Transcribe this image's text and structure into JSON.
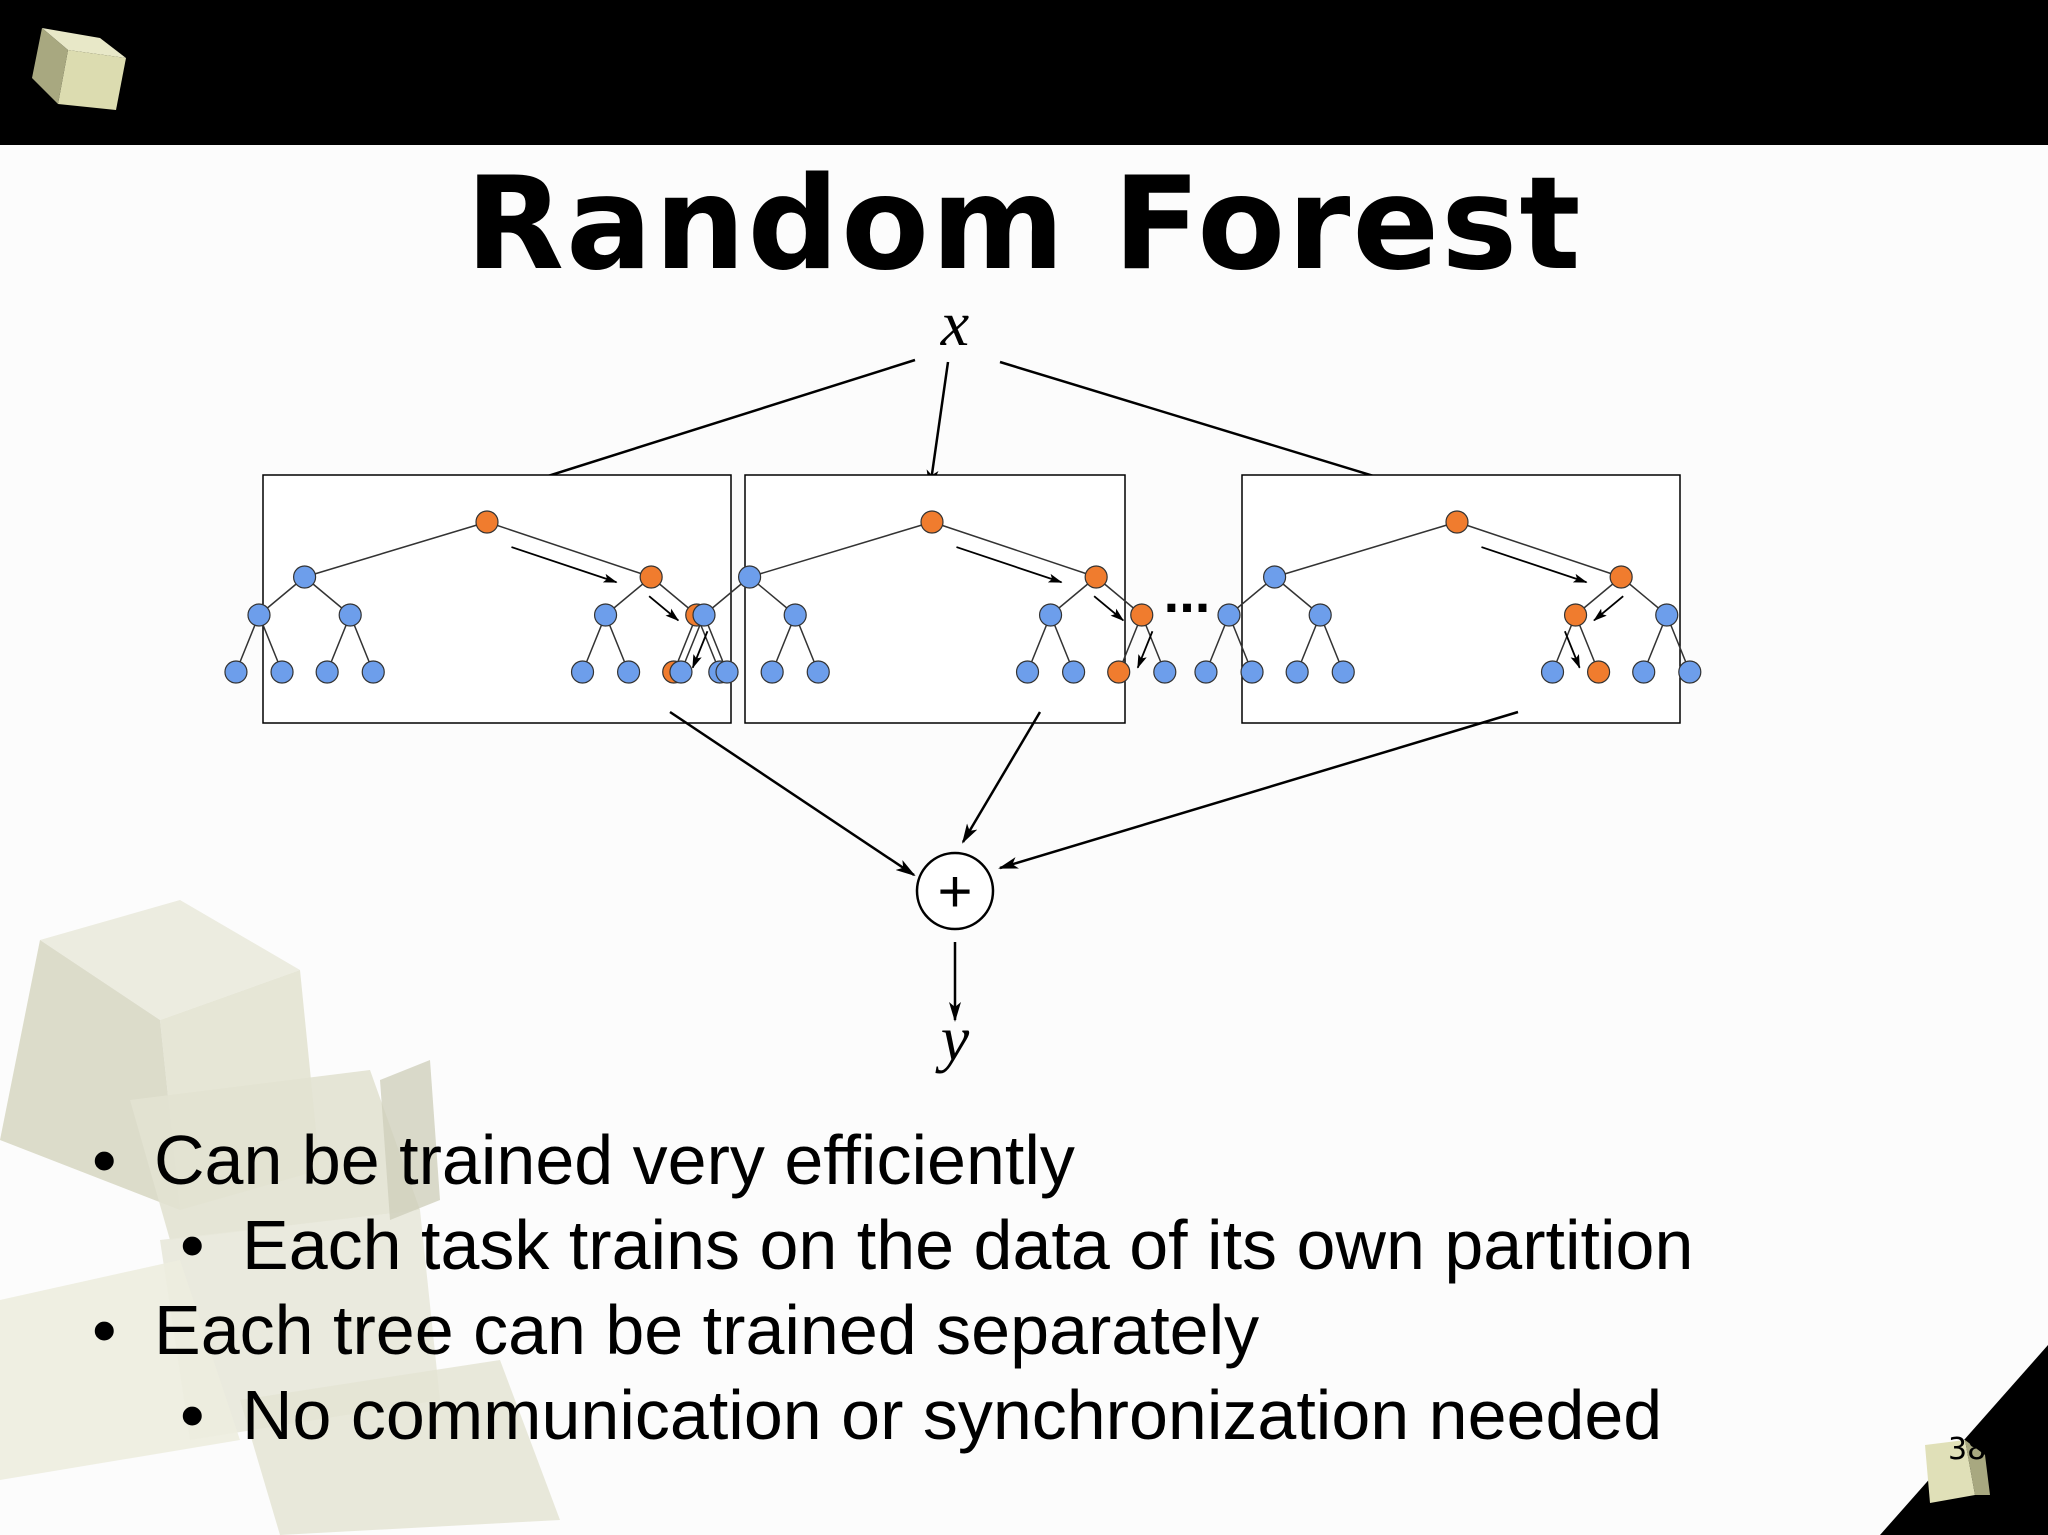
{
  "slide": {
    "title": "Random Forest",
    "page_number": "38"
  },
  "diagram": {
    "input_label": "x",
    "output_label": "y",
    "combiner_symbol": "+",
    "ellipsis": "...",
    "colors": {
      "active_node": "#f07c2e",
      "inactive_node": "#6d9eeb",
      "node_stroke": "#333333"
    }
  },
  "bullets": [
    {
      "level": 1,
      "text": "Can be trained very efficiently"
    },
    {
      "level": 2,
      "text": "Each task trains on the data of its own partition"
    },
    {
      "level": 1,
      "text": "Each tree can be trained separately"
    },
    {
      "level": 2,
      "text": "No communication or synchronization needed"
    }
  ]
}
